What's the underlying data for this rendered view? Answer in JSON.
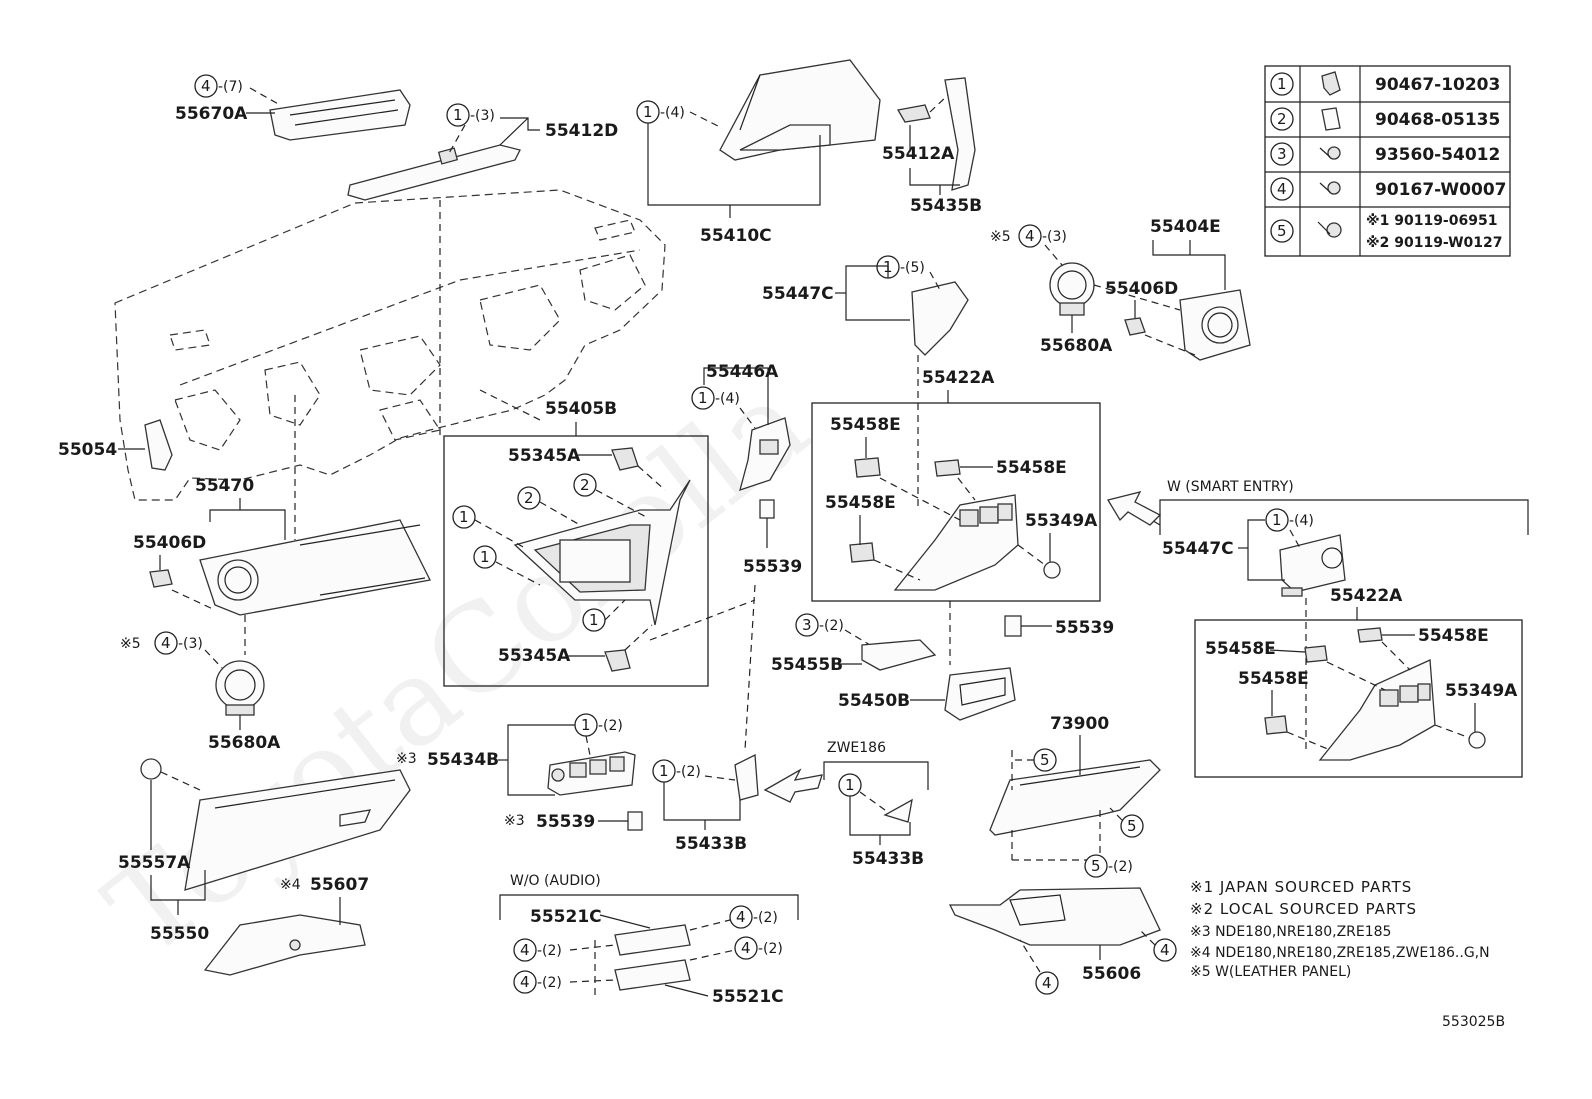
{
  "watermark": "ToyotaCorolla",
  "diagram_code": "553025B",
  "parts": {
    "p55670A": "55670A",
    "p55412D": "55412D",
    "p55410C": "55410C",
    "p55412A": "55412A",
    "p55435B": "55435B",
    "p55404E": "55404E",
    "p55406D_r": "55406D",
    "p55680A_r": "55680A",
    "p55447C_a": "55447C",
    "p55446A": "55446A",
    "p55422A_a": "55422A",
    "p55405B": "55405B",
    "p55054": "55054",
    "p55470": "55470",
    "p55406D_l": "55406D",
    "p55345A_a": "55345A",
    "p55345A_b": "55345A",
    "p55680A_l": "55680A",
    "p55539_a": "55539",
    "p55458E_a": "55458E",
    "p55458E_b": "55458E",
    "p55458E_c": "55458E",
    "p55349A_a": "55349A",
    "p55539_b": "55539",
    "p55455B": "55455B",
    "p55450B": "55450B",
    "p55447C_b": "55447C",
    "p55422A_b": "55422A",
    "p55458E_d": "55458E",
    "p55458E_e": "55458E",
    "p55458E_f": "55458E",
    "p55349A_b": "55349A",
    "p55434B": "55434B",
    "p55539_c": "55539",
    "p55433B_a": "55433B",
    "p55433B_b": "55433B",
    "p73900": "73900",
    "p55557A": "55557A",
    "p55550": "55550",
    "p55607": "55607",
    "p55521C_a": "55521C",
    "p55521C_b": "55521C",
    "p55606": "55606"
  },
  "qty": {
    "q7": "-(7)",
    "q3a": "-(3)",
    "q4a": "-(4)",
    "q3b": "-(3)",
    "q5a": "-(5)",
    "q4b": "-(4)",
    "q3c": "-(3)",
    "q2a": "-(2)",
    "q4c": "-(4)",
    "q2b": "-(2)",
    "q2c": "-(2)",
    "q2d": "-(2)",
    "q2e": "-(2)",
    "q2f": "-(2)",
    "q2g": "-(2)",
    "q2h": "-(2)"
  },
  "notes_marks": {
    "m5a": "※5",
    "m5b": "※5",
    "m3a": "※3",
    "m3b": "※3",
    "m4a": "※4"
  },
  "labels": {
    "smart_entry": "W (SMART ENTRY)",
    "zwe186": "ZWE186",
    "wo_audio": "W/O (AUDIO)"
  },
  "fastener_table": [
    {
      "ref": "1",
      "part_no": "90467-10203",
      "icon": "clip-icon"
    },
    {
      "ref": "2",
      "part_no": "90468-05135",
      "icon": "clip-icon"
    },
    {
      "ref": "3",
      "part_no": "93560-54012",
      "icon": "screw-icon"
    },
    {
      "ref": "4",
      "part_no": "90167-W0007",
      "icon": "screw-icon"
    },
    {
      "ref": "5",
      "part_no_1": "※1 90119-06951",
      "part_no_2": "※2 90119-W0127",
      "icon": "bolt-icon"
    }
  ],
  "footnotes": [
    "※1  JAPAN SOURCED PARTS",
    "※2  LOCAL SOURCED PARTS",
    "※3  NDE180,NRE180,ZRE185",
    "※4  NDE180,NRE180,ZRE185,ZWE186..G,N",
    "※5  W(LEATHER PANEL)"
  ]
}
